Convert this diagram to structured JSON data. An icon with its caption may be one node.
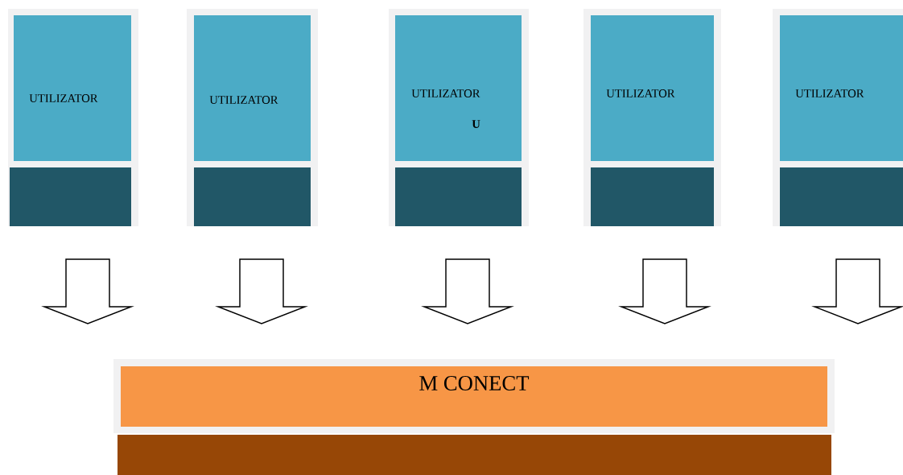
{
  "diagram": {
    "nodes": [
      {
        "text": [
          "UTILIZATOR"
        ]
      },
      {
        "text": [
          "UTILIZATOR"
        ]
      },
      {
        "text": [
          "UTILIZATOR",
          "U"
        ]
      },
      {
        "text": [
          "UTILIZATOR"
        ]
      },
      {
        "text": [
          "UTILIZATOR"
        ]
      },
      {
        "text": [
          "M CONECT"
        ]
      }
    ],
    "edges": [
      {
        "from": 0,
        "to": 5,
        "arrow": "to"
      },
      {
        "from": 1,
        "to": 5,
        "arrow": "to"
      },
      {
        "from": 2,
        "to": 5,
        "arrow": "to"
      },
      {
        "from": 3,
        "to": 5,
        "arrow": "to"
      },
      {
        "from": 4,
        "to": 5,
        "arrow": "to"
      }
    ]
  }
}
